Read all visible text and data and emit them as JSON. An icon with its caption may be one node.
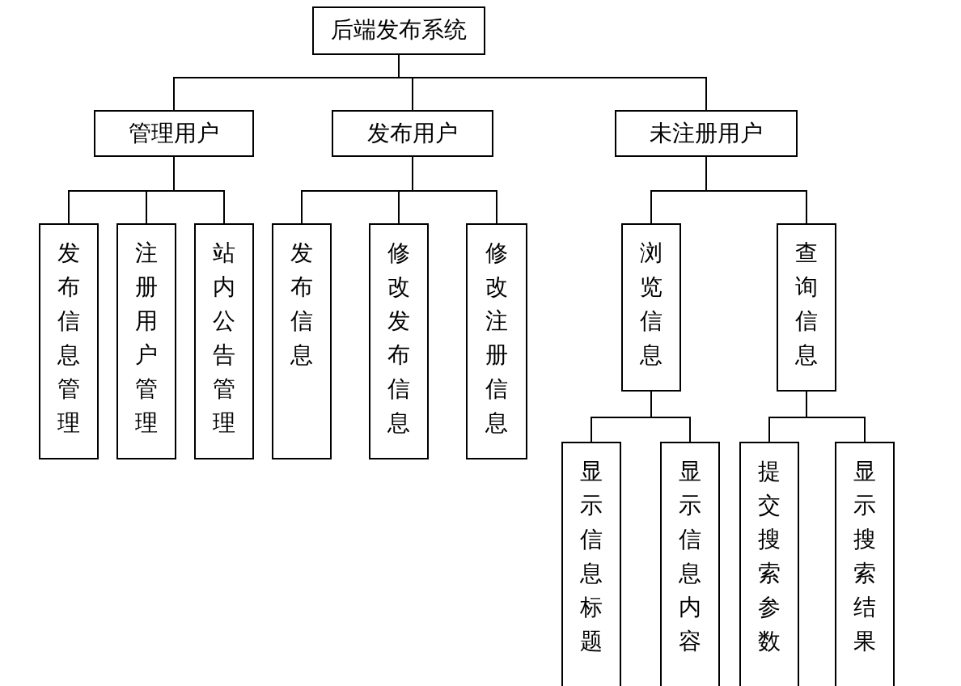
{
  "diagram": {
    "nodes": [
      {
        "text": [
          "后端发布系统"
        ]
      },
      {
        "text": [
          "管理用户"
        ]
      },
      {
        "text": [
          "发布用户"
        ]
      },
      {
        "text": [
          "未注册用户"
        ]
      },
      {
        "text": [
          "发布信息管理"
        ]
      },
      {
        "text": [
          "注册用户管理"
        ]
      },
      {
        "text": [
          "站内公告管理"
        ]
      },
      {
        "text": [
          "发布信息"
        ]
      },
      {
        "text": [
          "修改发布信息"
        ]
      },
      {
        "text": [
          "修改注册信息"
        ]
      },
      {
        "text": [
          "浏览信息"
        ]
      },
      {
        "text": [
          "查询信息"
        ]
      },
      {
        "text": [
          "显示信息标题"
        ]
      },
      {
        "text": [
          "显示信息内容"
        ]
      },
      {
        "text": [
          "提交搜索参数"
        ]
      },
      {
        "text": [
          "显示搜索结果"
        ]
      }
    ],
    "edges": [
      {
        "from": 0,
        "to": 1,
        "arrow": "none"
      },
      {
        "from": 0,
        "to": 2,
        "arrow": "none"
      },
      {
        "from": 0,
        "to": 3,
        "arrow": "none"
      },
      {
        "from": 1,
        "to": 4,
        "arrow": "none"
      },
      {
        "from": 1,
        "to": 5,
        "arrow": "none"
      },
      {
        "from": 1,
        "to": 6,
        "arrow": "none"
      },
      {
        "from": 2,
        "to": 7,
        "arrow": "none"
      },
      {
        "from": 2,
        "to": 8,
        "arrow": "none"
      },
      {
        "from": 2,
        "to": 9,
        "arrow": "none"
      },
      {
        "from": 3,
        "to": 10,
        "arrow": "none"
      },
      {
        "from": 3,
        "to": 11,
        "arrow": "none"
      },
      {
        "from": 10,
        "to": 12,
        "arrow": "none"
      },
      {
        "from": 10,
        "to": 13,
        "arrow": "none"
      },
      {
        "from": 11,
        "to": 14,
        "arrow": "none"
      },
      {
        "from": 11,
        "to": 15,
        "arrow": "none"
      }
    ]
  }
}
